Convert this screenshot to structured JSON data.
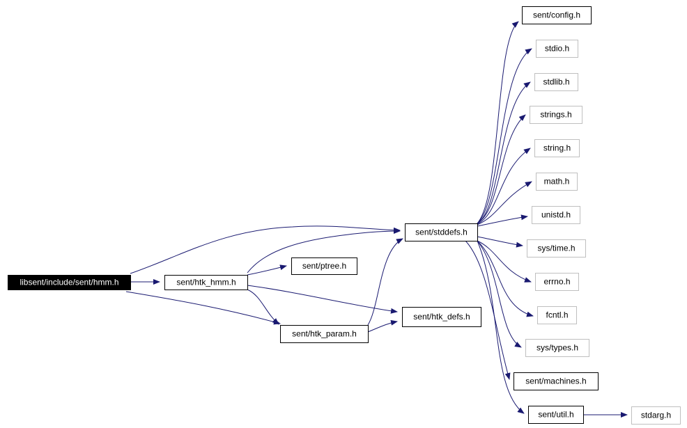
{
  "diagram": {
    "colors": {
      "edge": "#191970",
      "root_fill": "#000000",
      "root_text": "#ffffff",
      "node_border_documented": "#000000",
      "node_border_external": "#bfbfbf",
      "text": "#000000"
    },
    "nodes": [
      {
        "id": "hmm",
        "label": "libsent/include/sent/hmm.h",
        "kind": "root"
      },
      {
        "id": "htk_hmm",
        "label": "sent/htk_hmm.h",
        "kind": "documented"
      },
      {
        "id": "ptree",
        "label": "sent/ptree.h",
        "kind": "documented"
      },
      {
        "id": "htk_param",
        "label": "sent/htk_param.h",
        "kind": "documented"
      },
      {
        "id": "htk_defs",
        "label": "sent/htk_defs.h",
        "kind": "documented"
      },
      {
        "id": "stddefs",
        "label": "sent/stddefs.h",
        "kind": "documented"
      },
      {
        "id": "config",
        "label": "sent/config.h",
        "kind": "documented"
      },
      {
        "id": "stdio",
        "label": "stdio.h",
        "kind": "external"
      },
      {
        "id": "stdlib",
        "label": "stdlib.h",
        "kind": "external"
      },
      {
        "id": "strings",
        "label": "strings.h",
        "kind": "external"
      },
      {
        "id": "string",
        "label": "string.h",
        "kind": "external"
      },
      {
        "id": "math",
        "label": "math.h",
        "kind": "external"
      },
      {
        "id": "unistd",
        "label": "unistd.h",
        "kind": "external"
      },
      {
        "id": "systime",
        "label": "sys/time.h",
        "kind": "external"
      },
      {
        "id": "errno",
        "label": "errno.h",
        "kind": "external"
      },
      {
        "id": "fcntl",
        "label": "fcntl.h",
        "kind": "external"
      },
      {
        "id": "systypes",
        "label": "sys/types.h",
        "kind": "external"
      },
      {
        "id": "machines",
        "label": "sent/machines.h",
        "kind": "documented"
      },
      {
        "id": "util",
        "label": "sent/util.h",
        "kind": "documented"
      },
      {
        "id": "stdarg",
        "label": "stdarg.h",
        "kind": "external"
      }
    ],
    "edges": [
      {
        "from": "hmm",
        "to": "htk_hmm"
      },
      {
        "from": "hmm",
        "to": "stddefs"
      },
      {
        "from": "hmm",
        "to": "htk_param"
      },
      {
        "from": "htk_hmm",
        "to": "stddefs"
      },
      {
        "from": "htk_hmm",
        "to": "ptree"
      },
      {
        "from": "htk_hmm",
        "to": "htk_param"
      },
      {
        "from": "htk_hmm",
        "to": "htk_defs"
      },
      {
        "from": "htk_param",
        "to": "stddefs"
      },
      {
        "from": "htk_param",
        "to": "htk_defs"
      },
      {
        "from": "stddefs",
        "to": "config"
      },
      {
        "from": "stddefs",
        "to": "stdio"
      },
      {
        "from": "stddefs",
        "to": "stdlib"
      },
      {
        "from": "stddefs",
        "to": "strings"
      },
      {
        "from": "stddefs",
        "to": "string"
      },
      {
        "from": "stddefs",
        "to": "math"
      },
      {
        "from": "stddefs",
        "to": "unistd"
      },
      {
        "from": "stddefs",
        "to": "systime"
      },
      {
        "from": "stddefs",
        "to": "errno"
      },
      {
        "from": "stddefs",
        "to": "fcntl"
      },
      {
        "from": "stddefs",
        "to": "systypes"
      },
      {
        "from": "stddefs",
        "to": "machines"
      },
      {
        "from": "stddefs",
        "to": "util"
      },
      {
        "from": "util",
        "to": "stdarg"
      }
    ]
  }
}
